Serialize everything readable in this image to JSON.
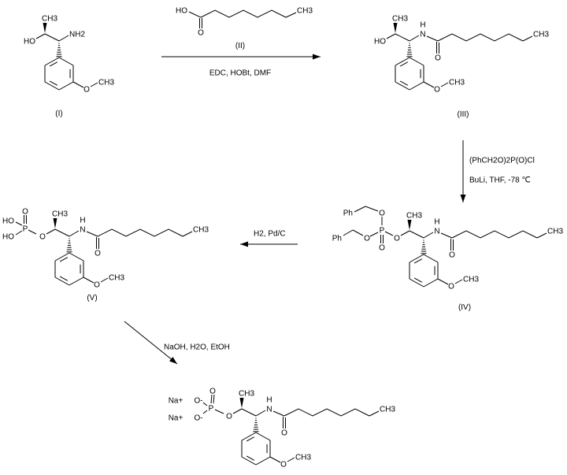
{
  "compounds": {
    "c1": {
      "label": "(I)"
    },
    "c2": {
      "label": "(II)"
    },
    "c3": {
      "label": "(III)"
    },
    "c4": {
      "label": "(IV)"
    },
    "c5": {
      "label": "(V)"
    }
  },
  "reagents": {
    "step1": "EDC, HOBt, DMF",
    "step2_line1": "(PhCH2O)2P(O)Cl",
    "step2_line2": "BuLi, THF, -78 ℃",
    "step3": "H2, Pd/C",
    "step4": "NaOH, H2O, EtOH"
  },
  "atom_labels": {
    "methyl": "CH3",
    "hydroxyl": "HO",
    "amine": "NH2",
    "oxygen": "O",
    "nitrogen": "N",
    "hydrogen": "H",
    "phenyl": "Ph",
    "phosphorus": "P",
    "sodium": "Na+",
    "oxide": "O-"
  }
}
